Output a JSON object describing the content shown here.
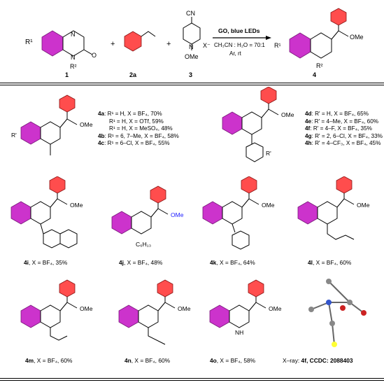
{
  "reaction": {
    "reactant1": {
      "label": "1",
      "r1": "R¹",
      "r2": "R²",
      "n": "N",
      "o": "O"
    },
    "reactant2": {
      "label": "2a"
    },
    "reactant3": {
      "label": "3",
      "cn": "CN",
      "ome": "OMe",
      "xminus": "X⁻"
    },
    "plus": "+",
    "conditions_top": "GO, blue LEDs",
    "conditions_mid": "CH₃CN : H₂O = 70:1",
    "conditions_bot": "Ar, rt",
    "product": {
      "label": "4",
      "ome": "OMe",
      "r1": "R¹",
      "r2": "R²"
    }
  },
  "scope_a": {
    "lines": [
      {
        "cmpd": "4a",
        "text": ": R¹ = H, X = BF₄, 70%"
      },
      {
        "cmpd": "",
        "text": "R¹ = H, X = OTf, 59%"
      },
      {
        "cmpd": "",
        "text": "R¹ = H, X = MeSO₄, 48%"
      },
      {
        "cmpd": "4b",
        "text": ": R¹ = 6, 7–Me, X = BF₄, 58%"
      },
      {
        "cmpd": "4c",
        "text": ": R¹ = 6–Cl, X = BF₄, 55%"
      }
    ]
  },
  "scope_b": {
    "lines": [
      {
        "cmpd": "4d",
        "text": ": R' = H, X = BF₄, 65%"
      },
      {
        "cmpd": "4e",
        "text": ": R' = 4–Me, X = BF₄, 60%"
      },
      {
        "cmpd": "4f",
        "text": ": R' = 4–F, X = BF₄, 35%"
      },
      {
        "cmpd": "4g",
        "text": ": R' = 2, 6–Cl, X = BF₄, 33%"
      },
      {
        "cmpd": "4h",
        "text": ": R' = 4–CF₃, X = BF₄, 45%"
      }
    ]
  },
  "compounds": [
    {
      "id": "4i",
      "text": ", X = BF₄, 35%"
    },
    {
      "id": "4j",
      "text": ", X = BF₄, 48%",
      "sub": "C₆H₁₃"
    },
    {
      "id": "4k",
      "text": ", X = BF₄, 64%"
    },
    {
      "id": "4l",
      "text": ", X = BF₄, 60%"
    },
    {
      "id": "4m",
      "text": ", X = BF₄, 60%"
    },
    {
      "id": "4n",
      "text": ", X = BF₄, 60%"
    },
    {
      "id": "4o",
      "text": ", X = BF₄, 58%",
      "nh": "H"
    }
  ],
  "xray": {
    "prefix": "X–ray: ",
    "cmpd": "4f",
    "ccdc": ", CCDC: 2088403"
  },
  "atoms": {
    "n": "N",
    "o": "O",
    "ome": "OMe",
    "r_prime": "R'"
  },
  "colors": {
    "magenta": "#cc33cc",
    "red": "#ff4d4d",
    "ome_blue": "#1a1aff"
  }
}
